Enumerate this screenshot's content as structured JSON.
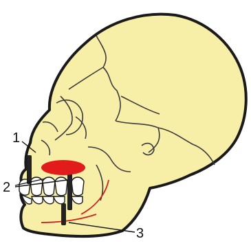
{
  "colors": {
    "bone": "#F7EFA8",
    "outline": "#1A1A1A",
    "suture": "#3A3A3A",
    "tooth": "#FFFFFF",
    "implant": "#222222",
    "highlight_ellipse": "#E21B1B",
    "red_line": "#D11E1E",
    "background": "#FFFFFF"
  },
  "callouts": [
    {
      "id": "1",
      "label": "1"
    },
    {
      "id": "2",
      "label": "2"
    },
    {
      "id": "3",
      "label": "3"
    }
  ]
}
